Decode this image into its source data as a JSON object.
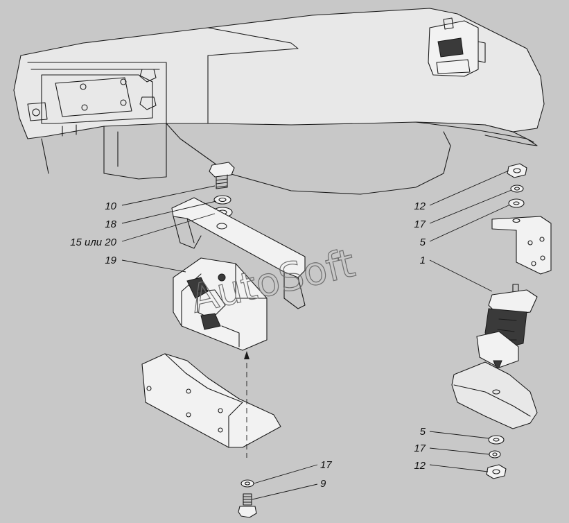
{
  "callouts": [
    {
      "id": "10",
      "text": "10"
    },
    {
      "id": "18",
      "text": "18"
    },
    {
      "id": "15or20",
      "text": "15 или 20"
    },
    {
      "id": "19",
      "text": "19"
    },
    {
      "id": "12-top",
      "text": "12"
    },
    {
      "id": "17-top",
      "text": "17"
    },
    {
      "id": "5-top",
      "text": "5"
    },
    {
      "id": "1",
      "text": "1"
    },
    {
      "id": "5-bottom",
      "text": "5"
    },
    {
      "id": "17-bottom",
      "text": "17"
    },
    {
      "id": "12-bottom",
      "text": "12"
    },
    {
      "id": "17-left",
      "text": "17"
    },
    {
      "id": "9",
      "text": "9"
    }
  ],
  "watermark": "AutoSoft"
}
